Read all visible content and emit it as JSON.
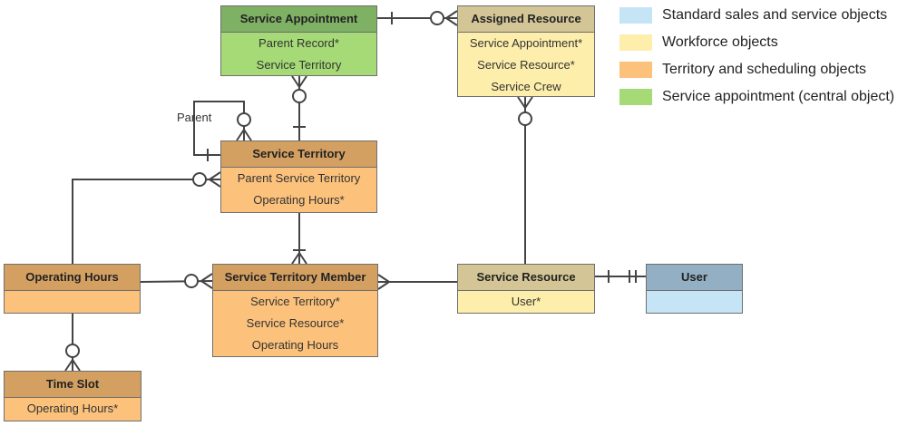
{
  "colors": {
    "standard_header": "#93afc4",
    "standard_body": "#c5e4f5",
    "workforce_header": "#d3c596",
    "workforce_body": "#fdeeab",
    "territory_header": "#d4a062",
    "territory_body": "#fcc27c",
    "appointment_header": "#7fb164",
    "appointment_body": "#a5da76",
    "line": "#444444"
  },
  "entities": {
    "service_appointment": {
      "title": "Service Appointment",
      "fields": [
        "Parent Record*",
        "Service Territory"
      ]
    },
    "assigned_resource": {
      "title": "Assigned Resource",
      "fields": [
        "Service Appointment*",
        "Service Resource*",
        "Service Crew"
      ]
    },
    "service_territory": {
      "title": "Service Territory",
      "fields": [
        "Parent Service Territory",
        "Operating Hours*"
      ]
    },
    "operating_hours": {
      "title": "Operating Hours",
      "fields": []
    },
    "service_territory_member": {
      "title": "Service Territory Member",
      "fields": [
        "Service Territory*",
        "Service Resource*",
        "Operating Hours"
      ]
    },
    "service_resource": {
      "title": "Service Resource",
      "fields": [
        "User*"
      ]
    },
    "user": {
      "title": "User",
      "fields": []
    },
    "time_slot": {
      "title": "Time Slot",
      "fields": [
        "Operating Hours*"
      ]
    }
  },
  "relationship_labels": {
    "parent": "Parent"
  },
  "legend": [
    {
      "label": "Standard sales and service objects",
      "color": "#c5e4f5"
    },
    {
      "label": "Workforce objects",
      "color": "#fdeeab"
    },
    {
      "label": "Territory and scheduling objects",
      "color": "#fcc27c"
    },
    {
      "label": "Service appointment (central object)",
      "color": "#a5da76"
    }
  ]
}
